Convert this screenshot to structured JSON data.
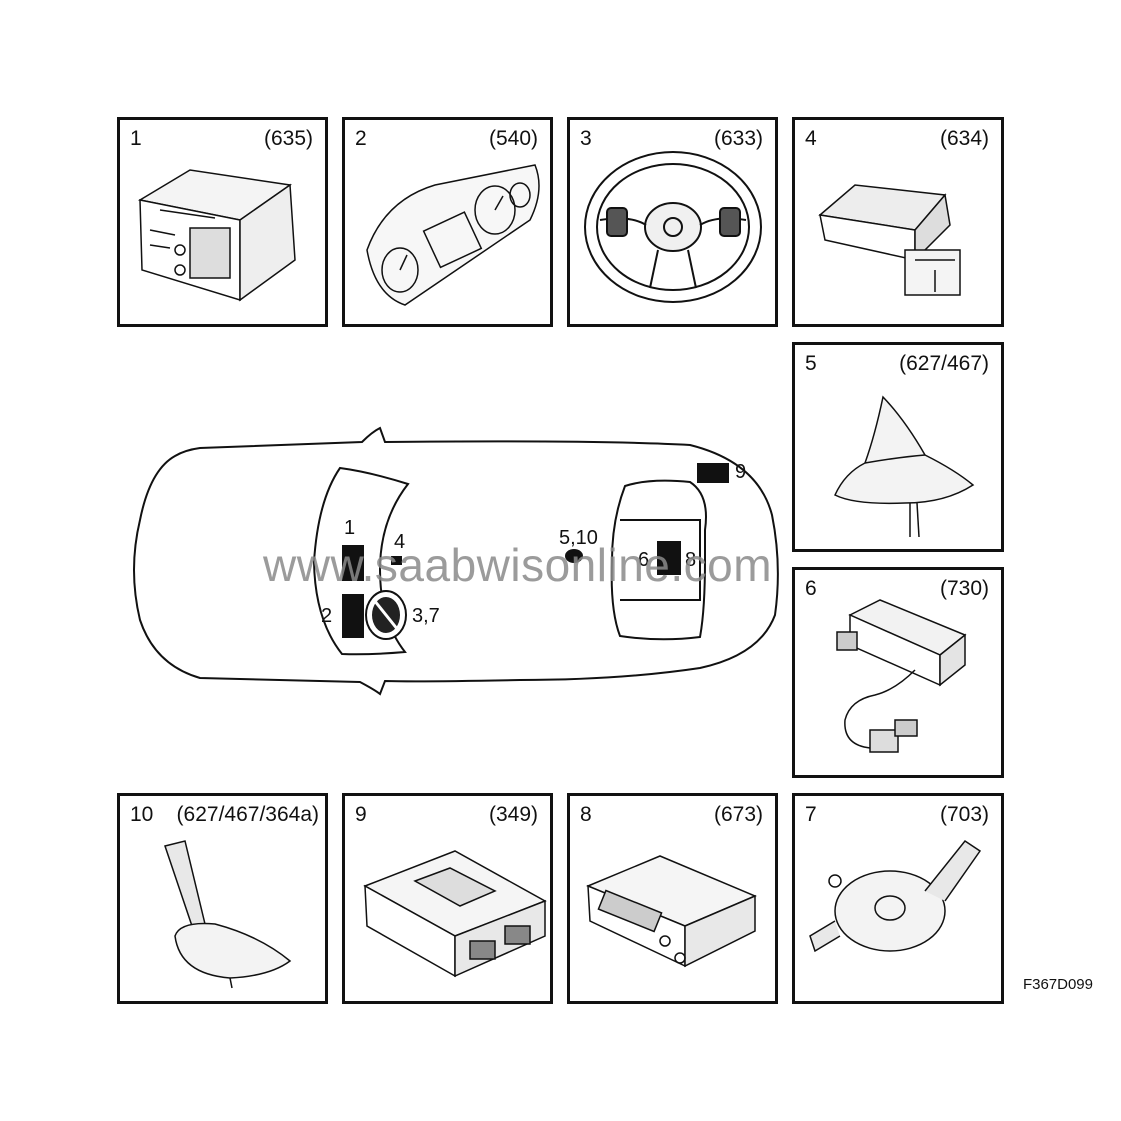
{
  "panels": [
    {
      "num": "1",
      "code": "(635)",
      "icon": "head-unit-icon"
    },
    {
      "num": "2",
      "code": "(540)",
      "icon": "instrument-cluster-icon"
    },
    {
      "num": "3",
      "code": "(633)",
      "icon": "steering-wheel-icon"
    },
    {
      "num": "4",
      "code": "(634)",
      "icon": "switch-module-icon"
    },
    {
      "num": "5",
      "code": "(627/467)",
      "icon": "shark-fin-antenna-icon"
    },
    {
      "num": "6",
      "code": "(730)",
      "icon": "amplifier-module-icon"
    },
    {
      "num": "10",
      "code": "(627/467/364a)",
      "icon": "roof-antenna-icon"
    },
    {
      "num": "9",
      "code": "(349)",
      "icon": "control-module-icon"
    },
    {
      "num": "8",
      "code": "(673)",
      "icon": "media-module-icon"
    },
    {
      "num": "7",
      "code": "(703)",
      "icon": "steering-column-switch-icon"
    }
  ],
  "car_labels": {
    "l1": "1",
    "l2": "2",
    "l4": "4",
    "l37": "3,7",
    "l510": "5,10",
    "l6": "6",
    "l8": "8",
    "l9": "9"
  },
  "watermark": "www.saabwisonline.com",
  "figure_code": "F367D099"
}
